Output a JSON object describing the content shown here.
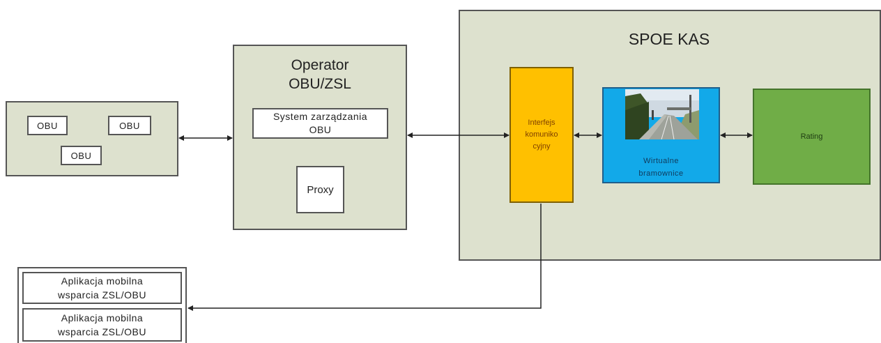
{
  "obu_group": {
    "obu_labels": [
      "OBU",
      "OBU",
      "OBU"
    ]
  },
  "operator": {
    "title_line1": "Operator",
    "title_line2": "OBU/ZSL",
    "system_line1": "System zarządzania",
    "system_line2": "OBU",
    "proxy": "Proxy"
  },
  "spoe": {
    "title": "SPOE KAS",
    "interface_line1": "Interfejs",
    "interface_line2": "komuniko",
    "interface_line3": "cyjny",
    "gates_line1": "Wirtualne",
    "gates_line2": "bramownice",
    "rating": "Rating"
  },
  "mobile_apps": [
    {
      "line1": "Aplikacja mobilna",
      "line2": "wsparcia ZSL/OBU"
    },
    {
      "line1": "Aplikacja mobilna",
      "line2": "wsparcia ZSL/OBU"
    }
  ],
  "colors": {
    "container": "#dde1ce",
    "interface": "#ffc000",
    "gates": "#12a9e9",
    "rating": "#70ad47"
  }
}
